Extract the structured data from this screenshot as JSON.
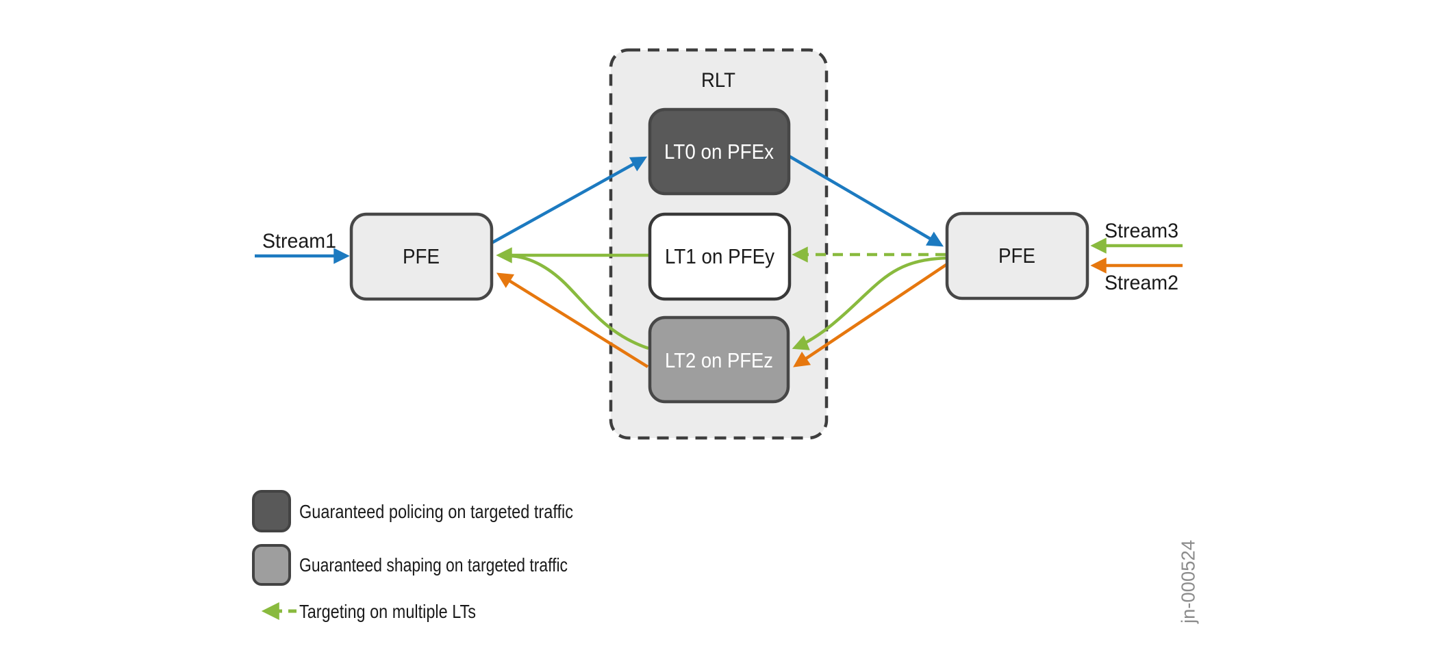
{
  "diagram": {
    "rlt_label": "RLT",
    "nodes": {
      "pfe_left": "PFE",
      "pfe_right": "PFE",
      "lt0": "LT0 on PFEx",
      "lt1": "LT1 on PFEy",
      "lt2": "LT2 on PFEz"
    },
    "streams": {
      "stream1": "Stream1",
      "stream2": "Stream2",
      "stream3": "Stream3"
    },
    "arrows": [
      {
        "name": "stream1-into-left-pfe",
        "color": "blue",
        "style": "solid"
      },
      {
        "name": "left-pfe-to-lt0",
        "color": "blue",
        "style": "solid"
      },
      {
        "name": "lt0-to-right-pfe",
        "color": "blue",
        "style": "solid"
      },
      {
        "name": "lt1-to-left-pfe",
        "color": "green",
        "style": "solid"
      },
      {
        "name": "right-pfe-to-lt1",
        "color": "green",
        "style": "dashed"
      },
      {
        "name": "right-pfe-to-lt2",
        "color": "green",
        "style": "solid-curve"
      },
      {
        "name": "lt2-to-left-pfe",
        "color": "green",
        "style": "solid-curve"
      },
      {
        "name": "right-pfe-to-lt2",
        "color": "orange",
        "style": "solid"
      },
      {
        "name": "lt2-to-left-pfe",
        "color": "orange",
        "style": "solid"
      },
      {
        "name": "stream3-into-right-pfe",
        "color": "green",
        "style": "solid"
      },
      {
        "name": "stream2-into-right-pfe",
        "color": "orange",
        "style": "solid"
      }
    ]
  },
  "legend": {
    "items": [
      {
        "icon": "dark-gray-rounded-box",
        "label": "Guaranteed policing on targeted traffic"
      },
      {
        "icon": "medium-gray-rounded-box",
        "label": "Guaranteed shaping on targeted traffic"
      },
      {
        "icon": "green-dashed-arrow",
        "label": "Targeting on multiple LTs"
      }
    ]
  },
  "figure_id": "jn-000524",
  "colors": {
    "blue": "#1c7ac0",
    "green": "#89ba3e",
    "orange": "#e6770e",
    "box-dark": "#595959",
    "box-mid": "#9e9e9e",
    "box-light": "#ececec",
    "stroke-dark": "#474747",
    "dash-dark": "#3e3e3e",
    "text-dark": "#1a1a1a",
    "text-light": "#ffffff",
    "figure-id": "#8c8c8c"
  }
}
